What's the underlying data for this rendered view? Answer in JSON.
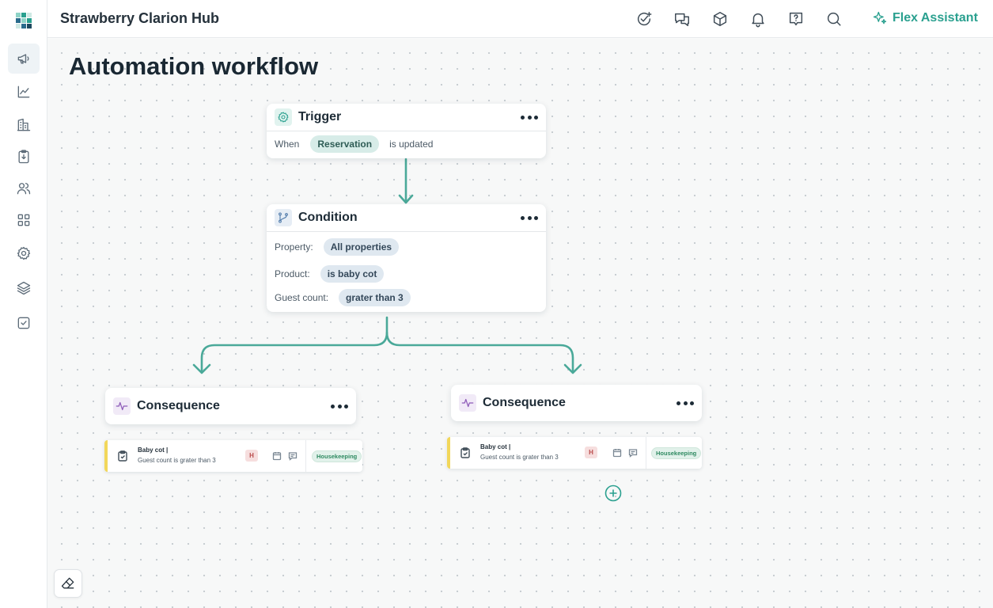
{
  "app": {
    "title": "Strawberry Clarion Hub"
  },
  "topbar": {
    "icons": [
      "check-plus-icon",
      "chat-icon",
      "cube-icon",
      "bell-icon",
      "help-icon",
      "search-icon"
    ],
    "assistant_label": "Flex Assistant"
  },
  "sidebar": {
    "items": [
      "megaphone-icon",
      "chart-icon",
      "building-icon",
      "clipboard-icon",
      "users-icon",
      "grid-icon",
      "settings-icon",
      "layers-icon",
      "checkbox-icon"
    ],
    "active": "megaphone-icon"
  },
  "page": {
    "title": "Automation workflow"
  },
  "trigger": {
    "title": "Trigger",
    "when_label": "When",
    "entity": "Reservation",
    "event": "is updated"
  },
  "condition": {
    "title": "Condition",
    "rows": [
      {
        "label": "Property:",
        "value": "All properties"
      },
      {
        "label": "Product:",
        "value": "is baby cot"
      },
      {
        "label": "Guest count:",
        "value": "grater than 3"
      }
    ]
  },
  "consequences": [
    {
      "title": "Consequence",
      "task": {
        "title": "Baby cot |",
        "subtitle": "Guest count is grater than 3",
        "priority": "H",
        "department": "Housekeeping"
      }
    },
    {
      "title": "Consequence",
      "task": {
        "title": "Baby cot |",
        "subtitle": "Guest count is grater than 3",
        "priority": "H",
        "department": "Housekeeping"
      }
    }
  ],
  "colors": {
    "accent": "#2aa08f",
    "task_stripe": "#f2d75a",
    "priority": "#b94a4a",
    "department": "#2f8a61"
  }
}
